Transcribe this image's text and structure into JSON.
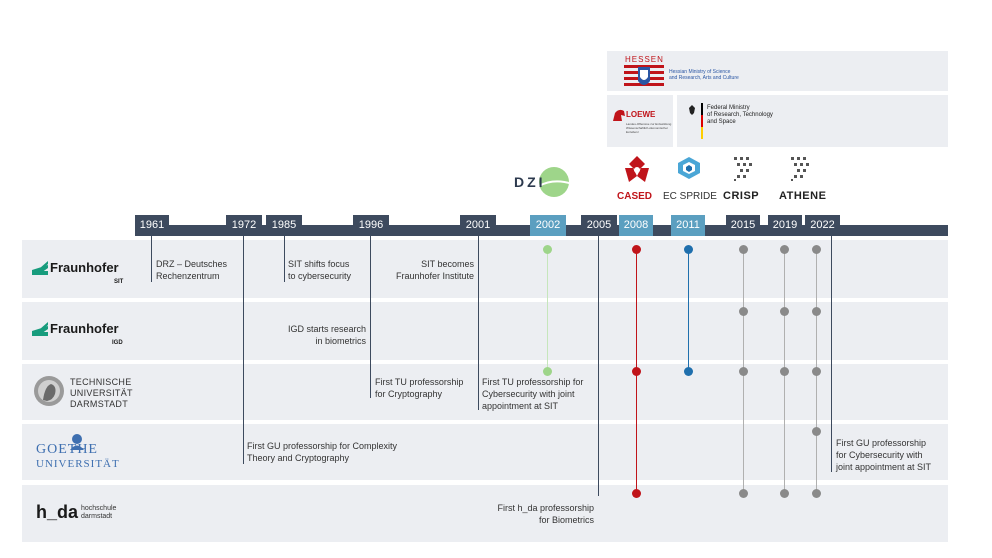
{
  "years": [
    {
      "label": "1961",
      "highlight": false
    },
    {
      "label": "1972",
      "highlight": false
    },
    {
      "label": "1985",
      "highlight": false
    },
    {
      "label": "1996",
      "highlight": false
    },
    {
      "label": "2001",
      "highlight": false
    },
    {
      "label": "2002",
      "highlight": true
    },
    {
      "label": "2005",
      "highlight": false
    },
    {
      "label": "2008",
      "highlight": true
    },
    {
      "label": "2011",
      "highlight": true
    },
    {
      "label": "2015",
      "highlight": false
    },
    {
      "label": "2019",
      "highlight": false
    },
    {
      "label": "2022",
      "highlight": false
    }
  ],
  "institutions": {
    "fraunhofer_sit": {
      "name": "Fraunhofer",
      "sub": "SIT"
    },
    "fraunhofer_igd": {
      "name": "Fraunhofer",
      "sub": "IGD"
    },
    "tu": {
      "line1": "TECHNISCHE",
      "line2": "UNIVERSITÄT",
      "line3": "DARMSTADT"
    },
    "goethe": {
      "line1": "GOETHE",
      "line2": "UNIVERSITÄT"
    },
    "hda": {
      "name": "h_da",
      "line1": "hochschule",
      "line2": "darmstadt"
    }
  },
  "events": {
    "drz": [
      "DRZ – Deutsches",
      "Rechenzentrum"
    ],
    "sit_shift": [
      "SIT shifts focus",
      "to cybersecurity"
    ],
    "sit_fraunhofer": [
      "SIT becomes",
      "Fraunhofer Institute"
    ],
    "igd_bio": [
      "IGD starts research",
      "in biometrics"
    ],
    "tu_crypto": [
      "First TU professorship",
      "for Cryptography"
    ],
    "tu_cyber": [
      "First TU professorship for",
      "Cybersecurity with joint",
      "appointment at SIT"
    ],
    "gu_complexity": [
      "First GU professorship for Complexity",
      "Theory and Cryptography"
    ],
    "gu_cyber": [
      "First GU professorship",
      "for Cybersecurity with",
      "joint appointment at SIT"
    ],
    "hda_bio": [
      "First h_da professorship",
      "for Biometrics"
    ]
  },
  "programs": {
    "dzi": "DZI",
    "cased": "CASED",
    "ec_spride": "EC SPRIDE",
    "crisp": "CRISP",
    "athene": "ATHENE"
  },
  "funders": {
    "hessen": "HESSEN",
    "hessen_ministry": [
      "Hessian Ministry of Science",
      "and Research, Arts and Culture"
    ],
    "loewe": "LOEWE",
    "loewe_sub": [
      "Landes-Offensive zur Entwicklung",
      "Wissenschaftlich-ökonomischer Exzellenz"
    ],
    "federal": [
      "Federal Ministry",
      "of Research, Technology",
      "and Space"
    ]
  },
  "colors": {
    "axis": "#3d4a5e",
    "axis_highlight": "#5b9fc0",
    "row_bg": "#eceef2",
    "dzi": "#9ed58a",
    "cased": "#c0141a",
    "ec_spride": "#1f6fad",
    "gray_program": "#8a8a8a",
    "event_line": "#3d4a5e",
    "fraunhofer_green": "#179c7d"
  }
}
